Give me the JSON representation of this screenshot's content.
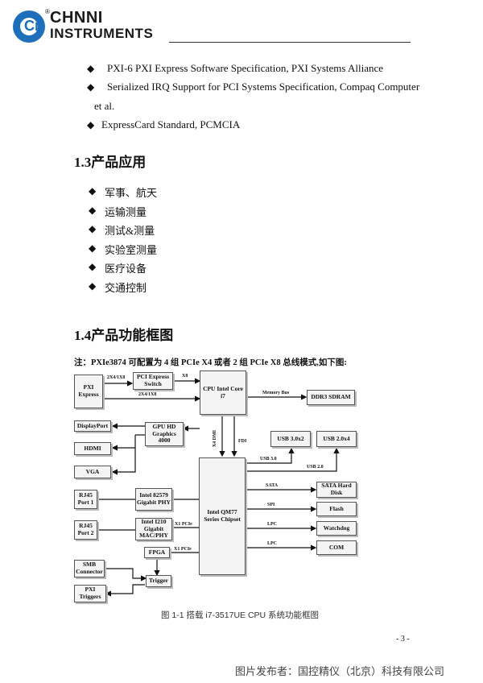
{
  "header": {
    "logo_line1": "CHNNI",
    "logo_line2": "INSTRUMENTS",
    "logo_mark": "Ci",
    "registered": "®"
  },
  "bullet_glyph": "◆",
  "refs": [
    "PXI-6 PXI Express Software Specification, PXI Systems Alliance",
    "Serialized IRQ Support for PCI Systems Specification, Compaq Computer",
    "et al.",
    "ExpressCard Standard, PCMCIA"
  ],
  "section_apps": {
    "title": "1.3产品应用",
    "items": [
      "军事、航天",
      "运输测量",
      "测试&测量",
      "实验室测量",
      "医疗设备",
      "交通控制"
    ]
  },
  "section_block": {
    "title": "1.4产品功能框图",
    "note": "注：PXIe3874 可配置为 4 组 PCIe X4 或者 2 组 PCIe X8 总线模式,如下图:"
  },
  "diagram": {
    "boxes": {
      "pxi": "PXI Express",
      "pcisw": "PCI Express Switch",
      "cpu": "CPU Intel Core i7",
      "ddr3": "DDR3 SDRAM",
      "dp": "DisplayPort",
      "gpu": "GPU HD Graphics 4000",
      "hdmi": "HDMI",
      "vga": "VGA",
      "usb3": "USB 3.0x2",
      "usb2": "USB 2.0x4",
      "rj45a": "RJ45 Port 1",
      "phy1": "Intel 82579 Gigabit PHY",
      "chipset": "Intel QM77 Series Chipset",
      "sata": "SATA Hard Disk",
      "flash": "Flash",
      "rj45b": "RJ45 Port 2",
      "phy2": "Intel I210 Gigabit MAC/PHY",
      "watchdog": "Watchdog",
      "fpga": "FPGA",
      "com": "COM",
      "smb": "SMB Connector",
      "trigger": "Trigger",
      "pxitrig": "PXI Triggers"
    },
    "labels": {
      "x4a": "2X4/1X8",
      "x8": "X8",
      "x4b": "2X4/1X8",
      "membus": "Memory Bus",
      "x4dmi": "X4 DMI",
      "fdi": "FDI",
      "usb30": "USB 3.0",
      "usb20": "USB 2.0",
      "sata": "SATA",
      "spi": "SPI",
      "lpc1": "LPC",
      "lpc2": "LPC",
      "x1a": "X1 PCIe",
      "x1b": "X1 PCIe"
    }
  },
  "caption": "图  1-1    搭载 i7-3517UE CPU 系统功能框图",
  "page_number": "- 3 -",
  "footer_watermark": "图片发布者：国控精仪（北京）科技有限公司"
}
